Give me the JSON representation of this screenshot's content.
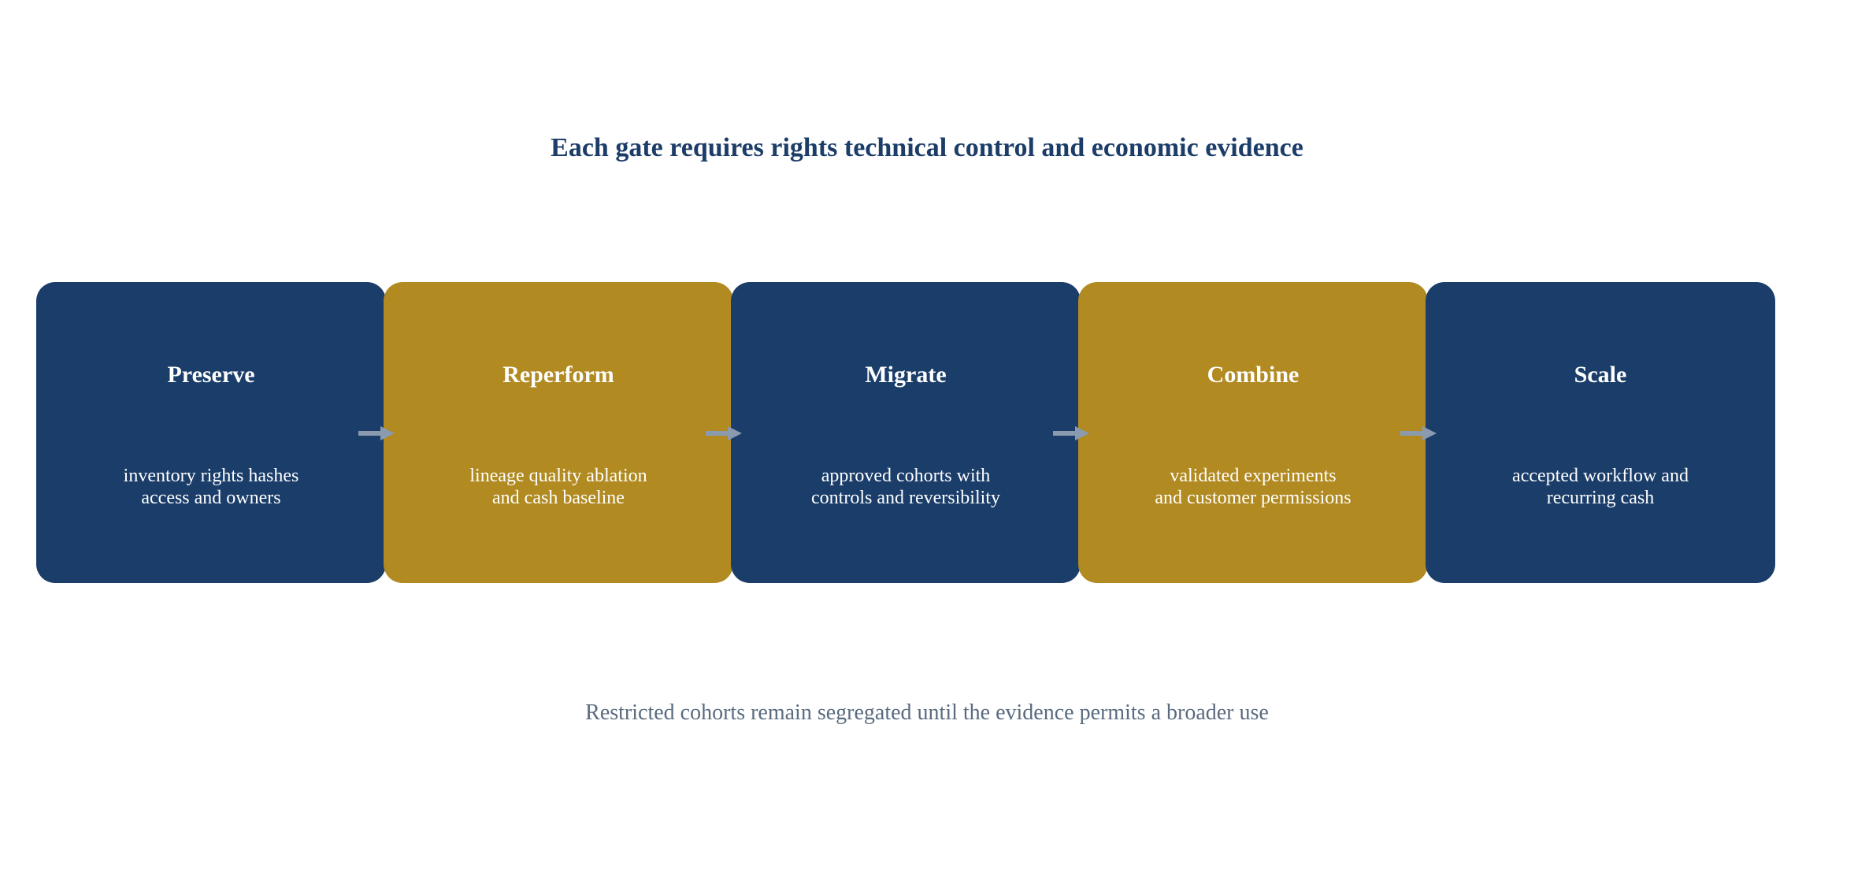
{
  "title": "Each gate requires rights technical control and economic evidence",
  "stages": [
    {
      "title": "Preserve",
      "desc": "inventory rights hashes\naccess and owners",
      "color": "navy"
    },
    {
      "title": "Reperform",
      "desc": "lineage quality ablation\nand cash baseline",
      "color": "gold"
    },
    {
      "title": "Migrate",
      "desc": "approved cohorts with\ncontrols and reversibility",
      "color": "navy"
    },
    {
      "title": "Combine",
      "desc": "validated experiments\nand customer permissions",
      "color": "gold"
    },
    {
      "title": "Scale",
      "desc": "accepted workflow and\nrecurring cash",
      "color": "navy"
    }
  ],
  "footer": "Restricted cohorts remain segregated until the evidence permits a broader use",
  "colors": {
    "navy": "#1a3d69",
    "gold": "#b28a22",
    "arrow": "#8a9bb0",
    "title": "#1b3d68",
    "footer": "#5a6b80"
  }
}
